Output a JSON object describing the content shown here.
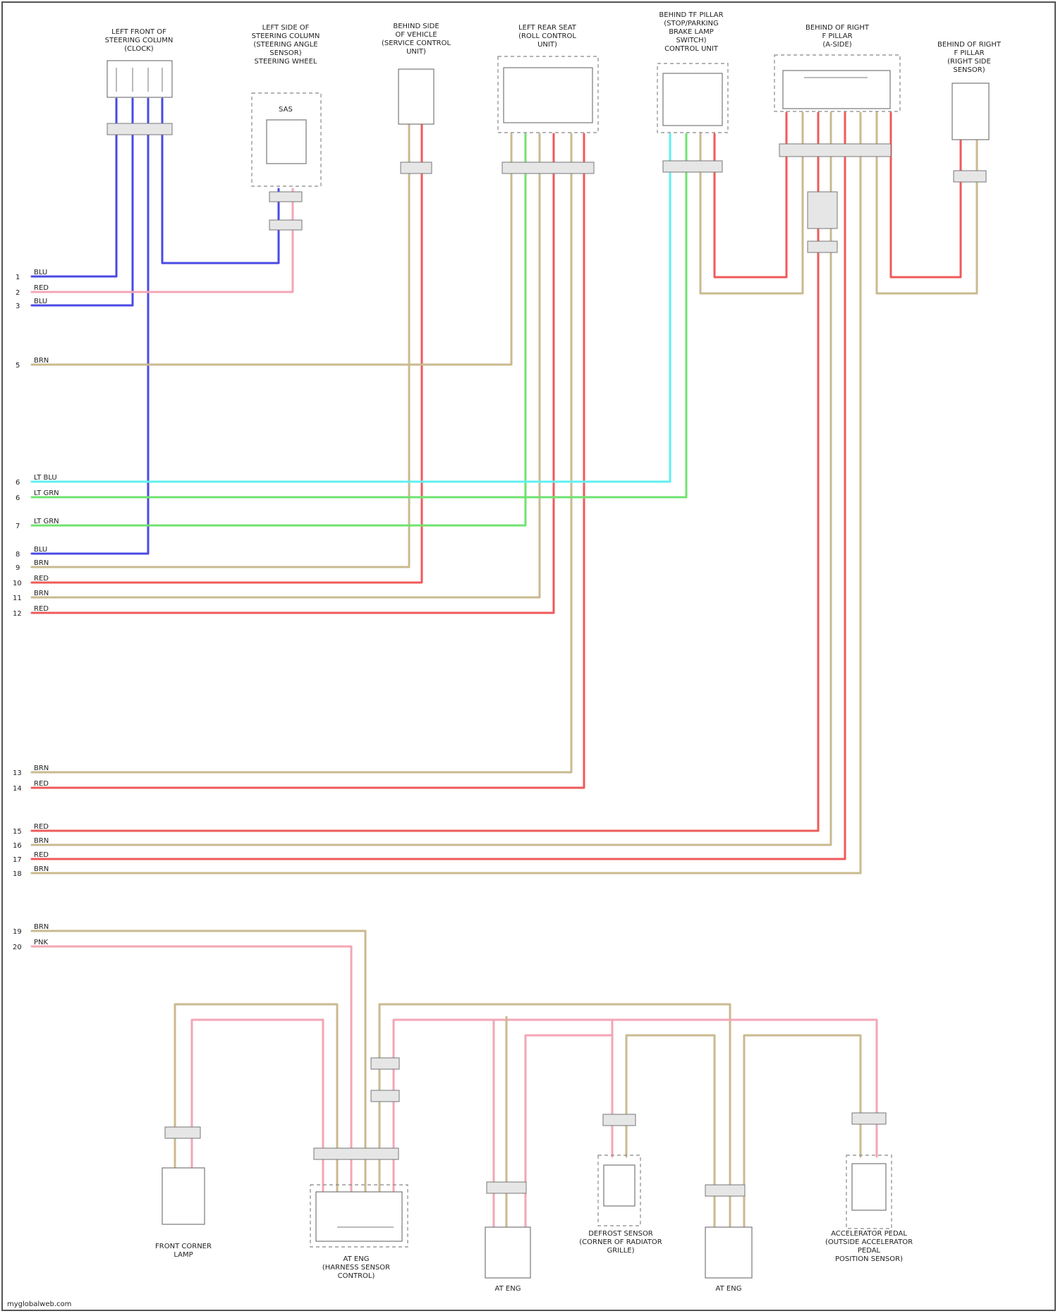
{
  "diagram": {
    "colors": {
      "blue": "#4a4ae6",
      "red": "#ef5a5a",
      "pink": "#f3a6b5",
      "tan": "#c9ba8f",
      "cyan": "#5ff0f0",
      "green": "#6fe36f",
      "frame": "#555555"
    },
    "left_pins": {
      "p1": "1",
      "p2": "2",
      "p3": "3",
      "p5": "5",
      "p6": "6",
      "p6b": "6",
      "p7": "7",
      "p8": "8",
      "p9": "9",
      "p10": "10",
      "p11": "11",
      "p12": "12",
      "p13": "13",
      "p14": "14",
      "p15": "15",
      "p16": "16",
      "p17": "17",
      "p18": "18",
      "p19": "19",
      "p20": "20"
    },
    "wire_labels": {
      "w1": "BLU",
      "w2": "RED",
      "w3": "BLU",
      "w5": "BRN",
      "w6": "LT BLU",
      "w6b": "LT GRN",
      "w7": "LT GRN",
      "w8": "BLU",
      "w9": "BRN",
      "w10": "RED",
      "w11": "BRN",
      "w12": "RED",
      "w13": "BRN",
      "w14": "RED",
      "w15": "RED",
      "w16": "BRN",
      "w17": "RED",
      "w18": "BRN",
      "w19": "BRN",
      "w20": "PNK"
    },
    "components": {
      "c1": [
        "LEFT FRONT OF",
        "STEERING COLUMN",
        "(CLOCK)"
      ],
      "c2": [
        "LEFT SIDE OF",
        "STEERING COLUMN",
        "(STEERING ANGLE",
        "SENSOR)",
        "STEERING WHEEL"
      ],
      "c2_inner": "SAS",
      "c3": [
        "BEHIND SIDE",
        "OF VEHICLE",
        "(SERVICE CONTROL",
        "UNIT)"
      ],
      "c4": [
        "LEFT REAR SEAT",
        "(ROLL CONTROL",
        "UNIT)"
      ],
      "c5": [
        "BEHIND TF PILLAR",
        "(STOP/PARKING",
        "BRAKE LAMP",
        "SWITCH)",
        "CONTROL UNIT"
      ],
      "c6": [
        "BEHIND OF RIGHT",
        "F PILLAR",
        "(A-SIDE)"
      ],
      "c7": [
        "BEHIND OF RIGHT",
        "F PILLAR",
        "(RIGHT SIDE",
        "SENSOR)"
      ],
      "b1": [
        "FRONT CORNER",
        "LAMP"
      ],
      "b2": [
        "AT ENG",
        "(HARNESS SENSOR",
        "CONTROL)"
      ],
      "b3": [
        "AT ENG"
      ],
      "b4": [
        "DEFROST SENSOR",
        "(CORNER OF RADIATOR",
        "GRILLE)"
      ],
      "b5": [
        "AT ENG"
      ],
      "b6": [
        "ACCELERATOR PEDAL",
        "(OUTSIDE ACCELERATOR",
        "PEDAL",
        "POSITION SENSOR)"
      ]
    },
    "footer": "myglobalweb.com"
  }
}
